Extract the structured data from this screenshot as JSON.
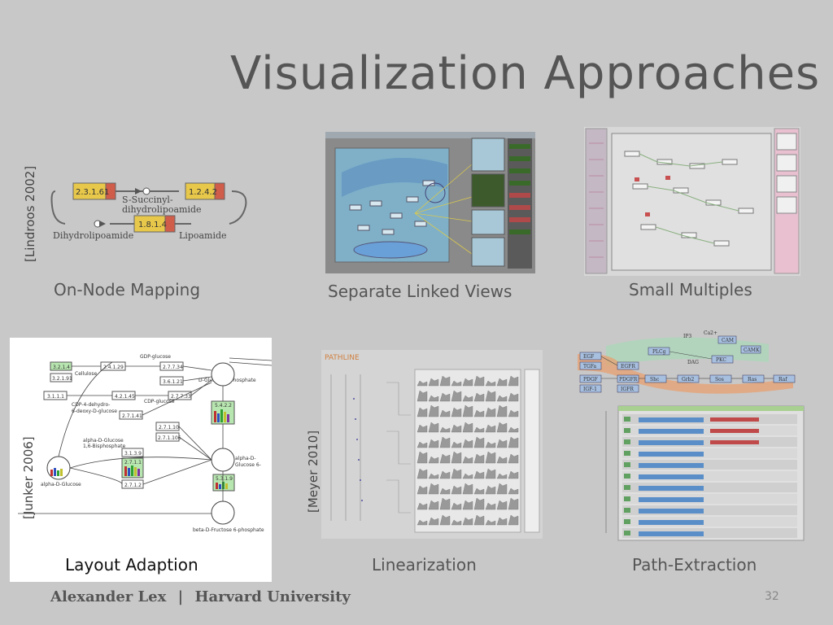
{
  "slide": {
    "title": "Visualization Approaches",
    "page_number": "32"
  },
  "footer": {
    "author": "Alexander Lex",
    "separator": "|",
    "institution": "Harvard University"
  },
  "panels": {
    "on_node_mapping": {
      "caption": "On-Node Mapping",
      "citation": "[Lindroos 2002]",
      "nodes": [
        "2.3.1.61",
        "1.2.4.2",
        "1.8.1.4"
      ],
      "labels": [
        "S-Succinyl-",
        "dihydrolipoamide",
        "Dihydrolipoamide",
        "Lipoamide"
      ]
    },
    "separate_linked_views": {
      "caption": "Separate Linked Views"
    },
    "small_multiples": {
      "caption": "Small Multiples"
    },
    "layout_adaption": {
      "caption": "Layout Adaption",
      "citation": "[Junker 2006]",
      "enzymes": [
        "3.2.1.4",
        "3.2.1.91",
        "2.4.1.29",
        "2.7.7.34",
        "3.6.1.21",
        "3.1.1.1",
        "4.2.1.45",
        "2.7.7.33",
        "2.7.1.41",
        "5.4.2.2",
        "2.7.1.10",
        "2.7.1.106",
        "3.1.3.9",
        "2.7.1.1",
        "2.7.1.2",
        "5.3.1.9"
      ],
      "metabolites": [
        "GDP-glucose",
        "Cellulose",
        "D-Glucose 1-phosphate",
        "CDP-4-dehydro-",
        "6-deoxy-D-glucose",
        "CDP-glucose",
        "alpha-D-Glucose",
        "1,6-Bisphosphate",
        "alpha-D-",
        "Glucose 6-",
        "alpha-D-Glucose",
        "beta-D-Fructose 6-phosphate"
      ]
    },
    "linearization": {
      "caption": "Linearization",
      "citation": "[Meyer 2010]",
      "header": "PATHLINE"
    },
    "path_extraction": {
      "caption": "Path-Extraction",
      "nodes": [
        "EGF",
        "TGFa",
        "PDGF",
        "IGF-1",
        "EGFR",
        "PDGFR",
        "IGFR",
        "PLCg",
        "PKC",
        "DAG",
        "CAM",
        "CAMK",
        "Shc",
        "Grb2",
        "Sos",
        "Ras",
        "Raf",
        "IP3",
        "Ca2+"
      ]
    }
  },
  "colors": {
    "background": "#c8c8c8",
    "title": "#555555",
    "enzyme_yellow": "#e8c84a",
    "enzyme_red": "#d05c4a",
    "pathway_blue": "#5a9ec8",
    "highlight_green": "#b8e6b0",
    "path_orange": "#e8a070"
  }
}
